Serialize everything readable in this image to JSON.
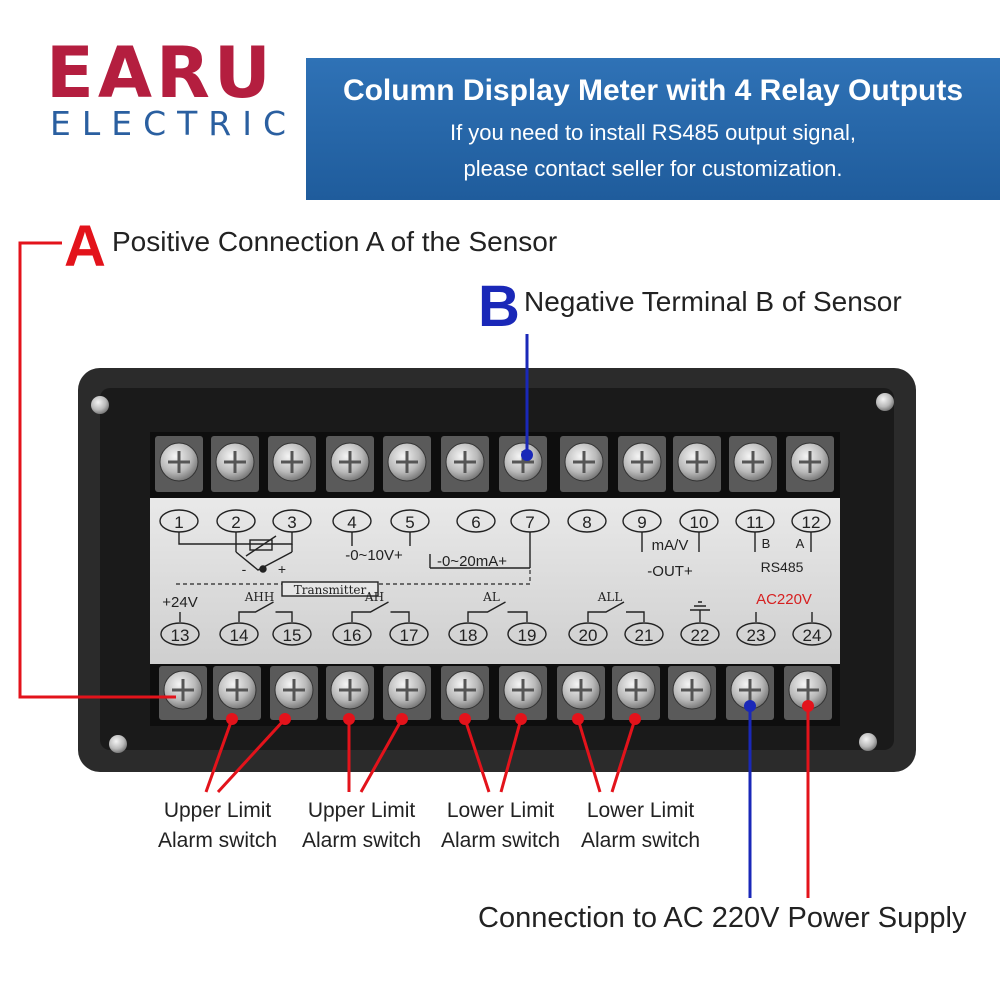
{
  "brand": {
    "name": "EARU",
    "sub": "ELECTRIC"
  },
  "banner": {
    "title": "Column Display Meter with 4 Relay Outputs",
    "line1": "If you need to install RS485 output signal,",
    "line2": "please contact seller for customization."
  },
  "callouts": {
    "a_letter": "A",
    "a_text": "Positive Connection A of the Sensor",
    "b_letter": "B",
    "b_text": "Negative Terminal B of Sensor",
    "power_text": "Connection to AC 220V Power Supply"
  },
  "alarms": [
    {
      "line1": "Upper Limit",
      "line2": "Alarm switch"
    },
    {
      "line1": "Upper Limit",
      "line2": "Alarm switch"
    },
    {
      "line1": "Lower Limit",
      "line2": "Alarm switch"
    },
    {
      "line1": "Lower Limit",
      "line2": "Alarm switch"
    }
  ],
  "panel": {
    "top_terminals": [
      "1",
      "2",
      "3",
      "4",
      "5",
      "6",
      "7",
      "8",
      "9",
      "10",
      "11",
      "12"
    ],
    "bottom_terminals": [
      "13",
      "14",
      "15",
      "16",
      "17",
      "18",
      "19",
      "20",
      "21",
      "22",
      "23",
      "24"
    ],
    "labels": {
      "v_range": "-0~10V+",
      "ma_range": "-0~20mA+",
      "ma_v": "mA/V",
      "out": "-OUT+",
      "rs485": "RS485",
      "b": "B",
      "a": "A",
      "transmitter": "Transmitter",
      "p24v": "+24V",
      "ahh": "AHH",
      "ah": "AH",
      "al": "AL",
      "all": "ALL",
      "ac220v": "AC220V",
      "minus": "-",
      "plus": "+"
    }
  },
  "colors": {
    "brand_red": "#b41e3f",
    "brand_blue": "#2a5fa0",
    "banner": "#2a68aa",
    "wire_red": "#e3131b",
    "wire_blue": "#1a28b8"
  }
}
